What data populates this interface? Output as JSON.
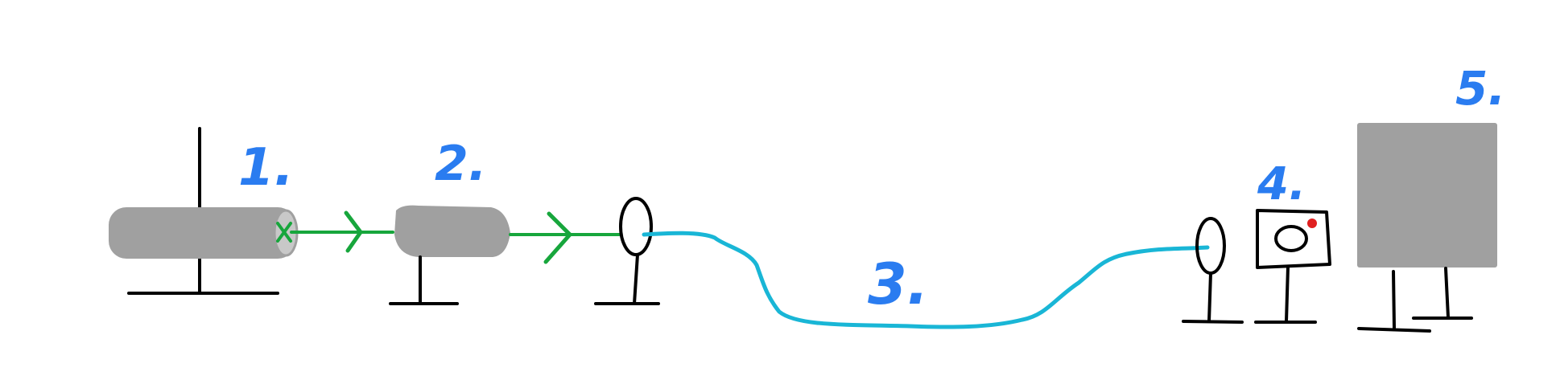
{
  "colors": {
    "label": "#2a7cf0",
    "component_fill": "#a0a0a0",
    "beam": "#17a63c",
    "fiber": "#19b6d6",
    "stand": "#000000",
    "indicator": "#e02020"
  },
  "labels": {
    "laser": "1.",
    "second_component": "2.",
    "fiber": "3.",
    "camera": "4.",
    "box": "5."
  }
}
